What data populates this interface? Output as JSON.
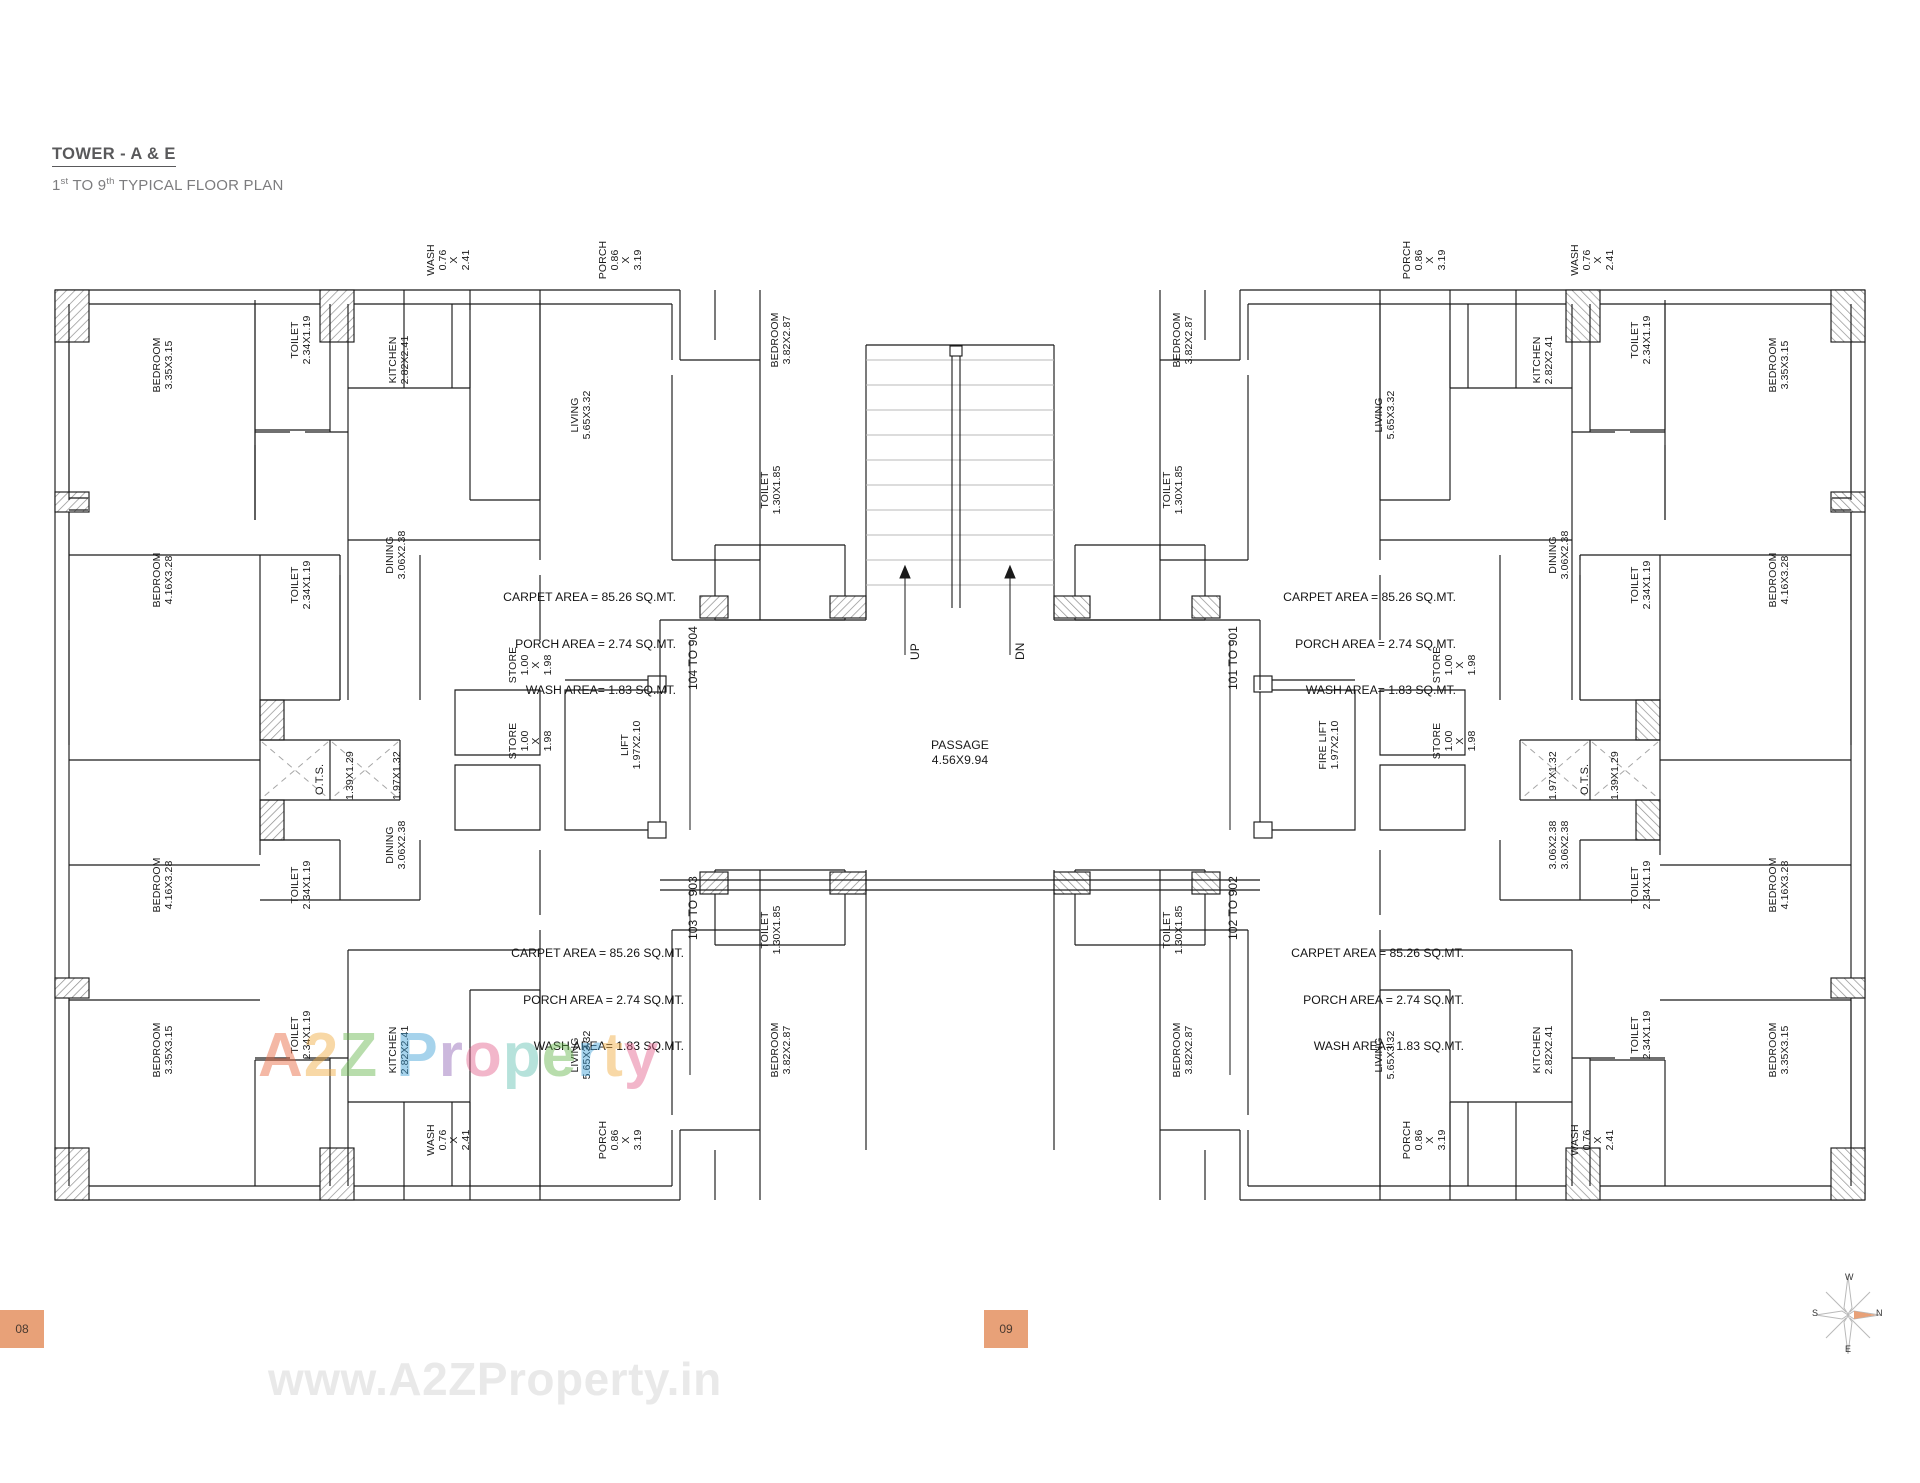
{
  "header": {
    "tower_title": "TOWER - A & E",
    "subtitle_prefix": "1",
    "subtitle_sup1": "st",
    "subtitle_mid": " TO 9",
    "subtitle_sup2": "th",
    "subtitle_suffix": " TYPICAL FLOOR PLAN"
  },
  "colors": {
    "page_tag_bg": "#e8a178",
    "title": "#59595b",
    "line": "#1a1a1a",
    "hatch": "#9a9a9a",
    "watermark": "#e9e9e9"
  },
  "units": {
    "top_left": {
      "code": "104 TO 904"
    },
    "bottom_left": {
      "code": "103 TO 903"
    },
    "top_right": {
      "code": "101 TO 901"
    },
    "bottom_right": {
      "code": "102 TO 902"
    }
  },
  "area_note": {
    "carpet": "CARPET AREA = 85.26 SQ.MT.",
    "porch": "PORCH AREA = 2.74 SQ.MT.",
    "wash": "WASH AREA= 1.83 SQ.MT."
  },
  "rooms": {
    "bedroom_corner": {
      "name": "BEDROOM",
      "dim": "3.35X3.15"
    },
    "bedroom_side": {
      "name": "BEDROOM",
      "dim": "4.16X3.28"
    },
    "bedroom_master": {
      "name": "BEDROOM",
      "dim": "3.82X2.87"
    },
    "toilet_small": {
      "name": "TOILET",
      "dim": "2.34X1.19"
    },
    "toilet_master": {
      "name": "TOILET",
      "dim": "1.30X1.85"
    },
    "kitchen": {
      "name": "KITCHEN",
      "dim": "2.82X2.41"
    },
    "wash": {
      "name": "WASH",
      "d1": "0.76",
      "x": "X",
      "d2": "2.41"
    },
    "porch": {
      "name": "PORCH",
      "d1": "0.86",
      "x": "X",
      "d2": "3.19"
    },
    "living": {
      "name": "LIVING",
      "dim": "5.65X3.32"
    },
    "dining": {
      "name": "DINING",
      "dim": "3.06X2.38"
    },
    "store": {
      "name": "STORE",
      "d1": "1.00",
      "x": "X",
      "d2": "1.98"
    },
    "ots": {
      "name": "O.T.S.",
      "dim_a": "1.39X1.29",
      "dim_b": "1.97X1.32"
    },
    "lift": {
      "name": "LIFT",
      "dim": "1.97X2.10"
    },
    "fire_lift": {
      "name": "FIRE LIFT",
      "dim": "1.97X2.10"
    },
    "passage": {
      "name": "PASSAGE",
      "dim": "4.56X9.94"
    }
  },
  "stairs": {
    "up_label": "UP",
    "dn_label": "DN"
  },
  "footer": {
    "page_left": "08",
    "page_right": "09",
    "watermark_url": "www.A2ZProperty.in",
    "logo": {
      "a": "A",
      "two": "2",
      "z": "Z",
      "p": "P",
      "r": "r",
      "o": "o",
      "pp": "p",
      "e": "e",
      "rr": "r",
      "t": "t",
      "y": "y"
    }
  },
  "compass": {
    "n": "N",
    "s": "S",
    "e": "E",
    "w": "W"
  }
}
